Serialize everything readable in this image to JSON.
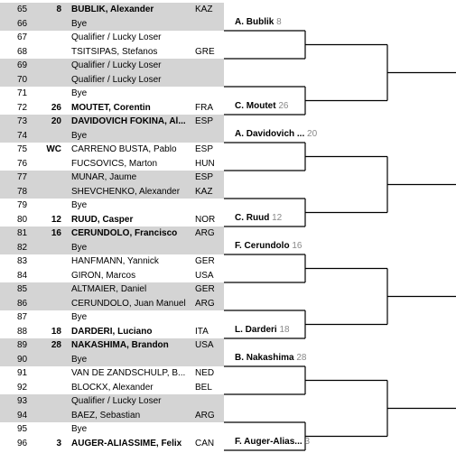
{
  "draw": {
    "players": [
      {
        "num": "65",
        "seed": "8",
        "name": "BUBLIK, Alexander",
        "nat": "KAZ",
        "bold": true,
        "shaded": true
      },
      {
        "num": "66",
        "seed": "",
        "name": "Bye",
        "nat": "",
        "bold": false,
        "shaded": true
      },
      {
        "num": "67",
        "seed": "",
        "name": "Qualifier / Lucky Loser",
        "nat": "",
        "bold": false,
        "shaded": false
      },
      {
        "num": "68",
        "seed": "",
        "name": "TSITSIPAS, Stefanos",
        "nat": "GRE",
        "bold": false,
        "shaded": false
      },
      {
        "num": "69",
        "seed": "",
        "name": "Qualifier / Lucky Loser",
        "nat": "",
        "bold": false,
        "shaded": true
      },
      {
        "num": "70",
        "seed": "",
        "name": "Qualifier / Lucky Loser",
        "nat": "",
        "bold": false,
        "shaded": true
      },
      {
        "num": "71",
        "seed": "",
        "name": "Bye",
        "nat": "",
        "bold": false,
        "shaded": false
      },
      {
        "num": "72",
        "seed": "26",
        "name": "MOUTET, Corentin",
        "nat": "FRA",
        "bold": true,
        "shaded": false
      },
      {
        "num": "73",
        "seed": "20",
        "name": "DAVIDOVICH FOKINA, Al...",
        "nat": "ESP",
        "bold": true,
        "shaded": true
      },
      {
        "num": "74",
        "seed": "",
        "name": "Bye",
        "nat": "",
        "bold": false,
        "shaded": true
      },
      {
        "num": "75",
        "seed": "WC",
        "name": "CARRENO BUSTA, Pablo",
        "nat": "ESP",
        "bold": false,
        "shaded": false
      },
      {
        "num": "76",
        "seed": "",
        "name": "FUCSOVICS, Marton",
        "nat": "HUN",
        "bold": false,
        "shaded": false
      },
      {
        "num": "77",
        "seed": "",
        "name": "MUNAR, Jaume",
        "nat": "ESP",
        "bold": false,
        "shaded": true
      },
      {
        "num": "78",
        "seed": "",
        "name": "SHEVCHENKO, Alexander",
        "nat": "KAZ",
        "bold": false,
        "shaded": true
      },
      {
        "num": "79",
        "seed": "",
        "name": "Bye",
        "nat": "",
        "bold": false,
        "shaded": false
      },
      {
        "num": "80",
        "seed": "12",
        "name": "RUUD, Casper",
        "nat": "NOR",
        "bold": true,
        "shaded": false
      },
      {
        "num": "81",
        "seed": "16",
        "name": "CERUNDOLO, Francisco",
        "nat": "ARG",
        "bold": true,
        "shaded": true
      },
      {
        "num": "82",
        "seed": "",
        "name": "Bye",
        "nat": "",
        "bold": false,
        "shaded": true
      },
      {
        "num": "83",
        "seed": "",
        "name": "HANFMANN, Yannick",
        "nat": "GER",
        "bold": false,
        "shaded": false
      },
      {
        "num": "84",
        "seed": "",
        "name": "GIRON, Marcos",
        "nat": "USA",
        "bold": false,
        "shaded": false
      },
      {
        "num": "85",
        "seed": "",
        "name": "ALTMAIER, Daniel",
        "nat": "GER",
        "bold": false,
        "shaded": true
      },
      {
        "num": "86",
        "seed": "",
        "name": "CERUNDOLO, Juan Manuel",
        "nat": "ARG",
        "bold": false,
        "shaded": true
      },
      {
        "num": "87",
        "seed": "",
        "name": "Bye",
        "nat": "",
        "bold": false,
        "shaded": false
      },
      {
        "num": "88",
        "seed": "18",
        "name": "DARDERI, Luciano",
        "nat": "ITA",
        "bold": true,
        "shaded": false
      },
      {
        "num": "89",
        "seed": "28",
        "name": "NAKASHIMA, Brandon",
        "nat": "USA",
        "bold": true,
        "shaded": true
      },
      {
        "num": "90",
        "seed": "",
        "name": "Bye",
        "nat": "",
        "bold": false,
        "shaded": true
      },
      {
        "num": "91",
        "seed": "",
        "name": "VAN DE ZANDSCHULP, B...",
        "nat": "NED",
        "bold": false,
        "shaded": false
      },
      {
        "num": "92",
        "seed": "",
        "name": "BLOCKX, Alexander",
        "nat": "BEL",
        "bold": false,
        "shaded": false
      },
      {
        "num": "93",
        "seed": "",
        "name": "Qualifier / Lucky Loser",
        "nat": "",
        "bold": false,
        "shaded": true
      },
      {
        "num": "94",
        "seed": "",
        "name": "BAEZ, Sebastian",
        "nat": "ARG",
        "bold": false,
        "shaded": true
      },
      {
        "num": "95",
        "seed": "",
        "name": "Bye",
        "nat": "",
        "bold": false,
        "shaded": false
      },
      {
        "num": "96",
        "seed": "3",
        "name": "AUGER-ALIASSIME, Felix",
        "nat": "CAN",
        "bold": true,
        "shaded": false
      }
    ],
    "round2": [
      {
        "name": "A. Bublik",
        "seed": "8"
      },
      {
        "name": "C. Moutet",
        "seed": "26"
      },
      {
        "name": "A. Davidovich ...",
        "seed": "20"
      },
      {
        "name": "C. Ruud",
        "seed": "12"
      },
      {
        "name": "F. Cerundolo",
        "seed": "16"
      },
      {
        "name": "L. Darderi",
        "seed": "18"
      },
      {
        "name": "B. Nakashima",
        "seed": "28"
      },
      {
        "name": "F. Auger-Alias...",
        "seed": "3"
      }
    ]
  },
  "colors": {
    "shade": "#d4d4d4",
    "line": "#000000",
    "seed_muted": "#888888"
  }
}
